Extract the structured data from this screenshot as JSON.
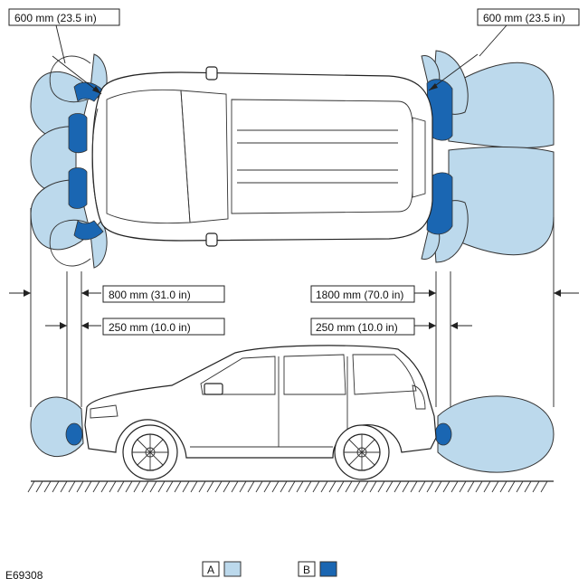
{
  "labels": {
    "front_sensor_range": "600 mm (23.5 in)",
    "rear_sensor_range": "600 mm (23.5 in)",
    "front_outer_range": "800 mm (31.0 in)",
    "front_inner_range": "250 mm (10.0 in)",
    "rear_outer_range": "1800 mm (70.0 in)",
    "rear_inner_range": "250 mm (10.0 in)",
    "figure_id": "E69308"
  },
  "legend": {
    "items": [
      {
        "key": "A",
        "color": "#bcd9ec"
      },
      {
        "key": "B",
        "color": "#1a66b2"
      }
    ]
  },
  "colors": {
    "light_zone": "#bcd9ec",
    "dark_zone": "#1a66b2"
  }
}
